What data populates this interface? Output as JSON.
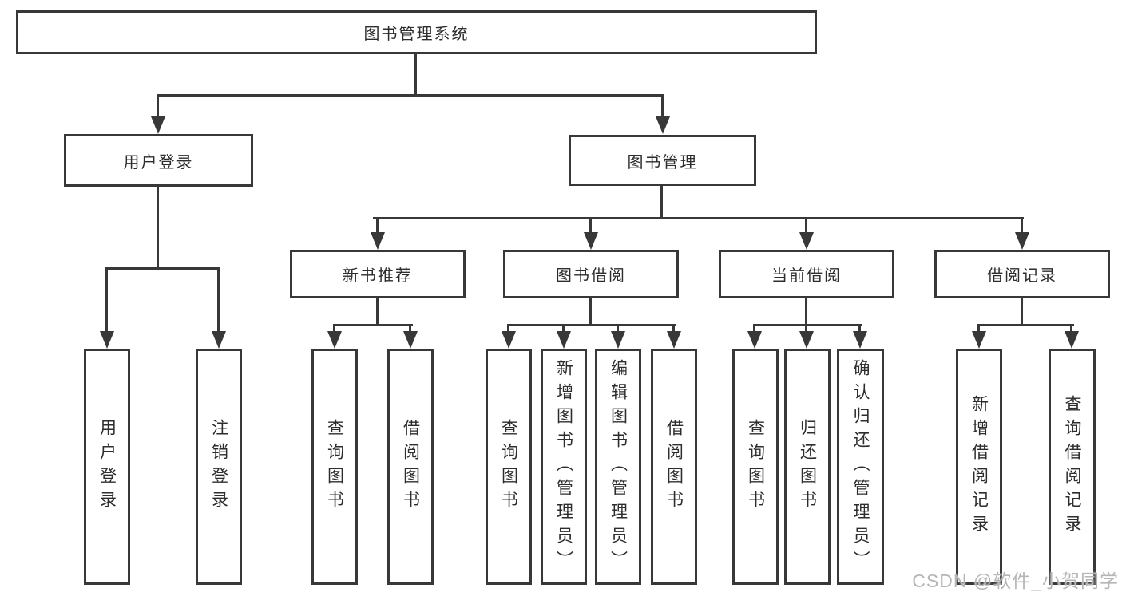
{
  "diagram": {
    "root": {
      "label": "图书管理系统"
    },
    "level1": [
      {
        "label": "用户登录"
      },
      {
        "label": "图书管理"
      }
    ],
    "level2": [
      {
        "label": "新书推荐"
      },
      {
        "label": "图书借阅"
      },
      {
        "label": "当前借阅"
      },
      {
        "label": "借阅记录"
      }
    ],
    "leaves": {
      "login": [
        "用户登录",
        "注销登录"
      ],
      "recommend": [
        "查询图书",
        "借阅图书"
      ],
      "borrow": [
        "查询图书",
        "新增图书（管理员）",
        "编辑图书（管理员）",
        "借阅图书"
      ],
      "current": [
        "查询图书",
        "归还图书",
        "确认归还（管理员）"
      ],
      "records": [
        "新增借阅记录",
        "查询借阅记录"
      ]
    }
  },
  "watermark": "CSDN @软件_小贺同学",
  "colors": {
    "line": "#383838",
    "text": "#2d2d2d",
    "watermark": "#b5b5b5",
    "background": "#ffffff"
  }
}
